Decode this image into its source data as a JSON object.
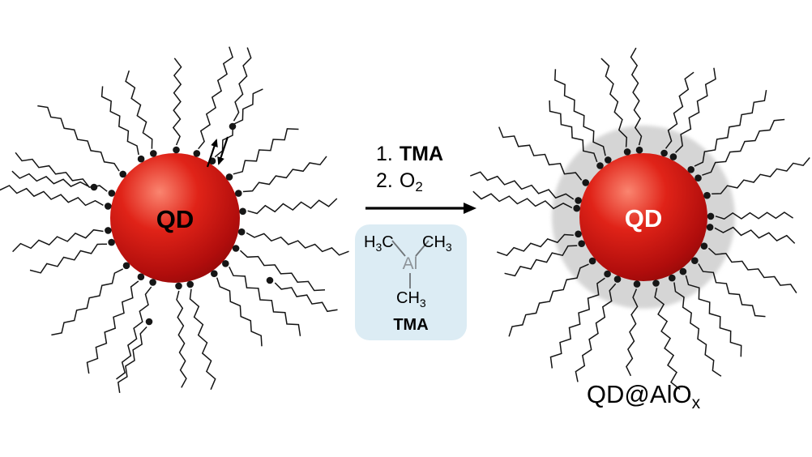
{
  "colors": {
    "background": "#ffffff",
    "sphere_highlight": "#fa8570",
    "sphere_mid": "#e02318",
    "sphere_deep": "#b00d0c",
    "sphere_edge": "#840707",
    "shell": "#d5d5d5",
    "ligand": "#141414",
    "dot": "#161616",
    "arrow": "#000000",
    "bond": "#6f7478",
    "box_bg": "#dcecf4",
    "al_text": "#8e9499",
    "qd_label_left": "#000000",
    "qd_label_right": "#ffffff",
    "text": "#000000"
  },
  "left_structure": {
    "core_label": "QD"
  },
  "right_structure": {
    "core_label": "QD",
    "product_label": {
      "base": "QD@AlO",
      "sub": "x"
    }
  },
  "reaction": {
    "step1_num": "1.",
    "step1_reagent": "TMA",
    "step2_num": "2.",
    "step2_base": "O",
    "step2_sub": "2"
  },
  "tma_box": {
    "methyl_left_pre": "H",
    "methyl_left_sub": "3",
    "methyl_left_post": "C",
    "methyl_right_pre": "CH",
    "methyl_right_sub": "3",
    "central_atom": "Al",
    "methyl_bottom_pre": "CH",
    "methyl_bottom_sub": "3",
    "caption": "TMA"
  }
}
